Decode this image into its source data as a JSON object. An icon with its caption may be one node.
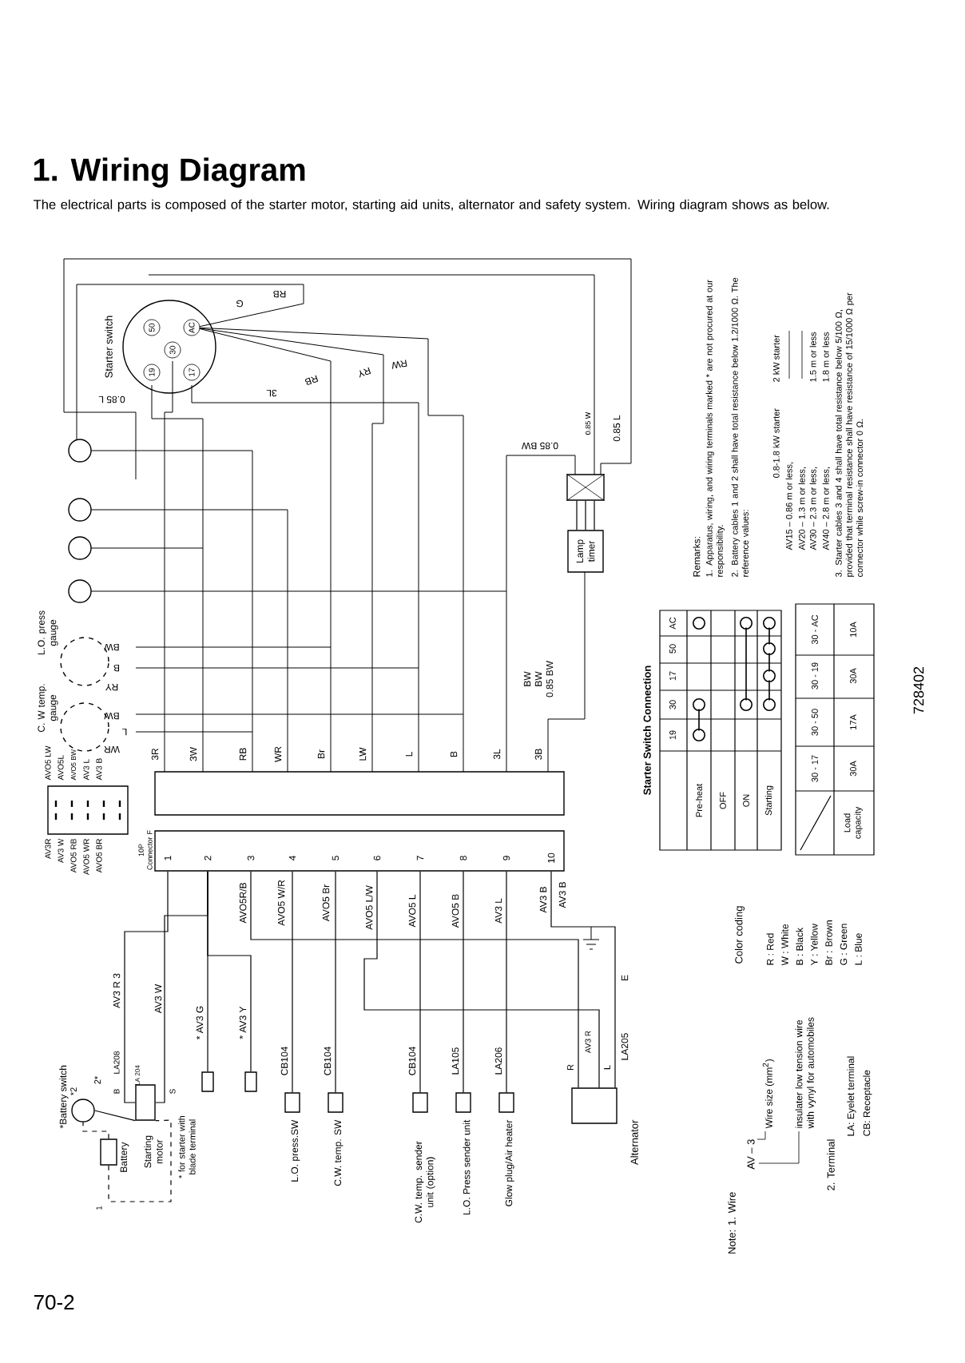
{
  "diagram": {
    "title": "1. Wiring Diagram",
    "nodes": [
      {
        "text": [
          "Starter switch"
        ]
      },
      {
        "text": [
          "50"
        ],
        "in": 0
      },
      {
        "text": [
          "AC"
        ],
        "in": 0
      },
      {
        "text": [
          "30"
        ],
        "in": 0
      },
      {
        "text": [
          "19"
        ],
        "in": 0
      },
      {
        "text": [
          "17"
        ],
        "in": 0
      },
      {
        "text": [],
        "shape": "circle"
      },
      {
        "text": [],
        "shape": "circle"
      },
      {
        "text": [],
        "shape": "circle"
      },
      {
        "text": [],
        "shape": "circle"
      },
      {
        "text": [
          "L.O. press gauge"
        ]
      },
      {
        "text": [
          "C. W temp. gauge"
        ]
      },
      {
        "text": [],
        "shape": "box"
      },
      {
        "text": [],
        "shape": "box"
      },
      {
        "text": [
          "Lamp timer"
        ]
      },
      {
        "text": [],
        "shape": "box"
      },
      {
        "text": [
          "10P Connector F"
        ]
      },
      {
        "text": [
          "*Battery switch"
        ]
      },
      {
        "text": [
          "Battery"
        ]
      },
      {
        "text": [
          "Starting motor"
        ],
        "beside": [
          "* for starter with blade terminal"
        ]
      },
      {
        "text": [],
        "shape": "box"
      },
      {
        "text": [],
        "shape": "box"
      },
      {
        "text": [
          "L.O. press.SW"
        ],
        "beside": [
          "CB104"
        ]
      },
      {
        "text": [
          "C.W. temp. SW"
        ],
        "beside": [
          "CB104"
        ]
      },
      {
        "text": [
          "C.W. temp. sender unit (option)"
        ],
        "beside": [
          "CB104"
        ]
      },
      {
        "text": [
          "L.O. Press sender unit"
        ],
        "beside": [
          "LA105"
        ]
      },
      {
        "text": [
          "Glow plug/Air heater"
        ],
        "beside": [
          "LA206"
        ]
      },
      {
        "text": [
          "Alternator"
        ],
        "beside": [
          "LA205"
        ]
      }
    ],
    "edges": [
      {
        "from": 13,
        "to": 14,
        "arrow": "none"
      },
      {
        "from": 16,
        "to": 19,
        "arrow": "none",
        "label": "AV3 R 3"
      },
      {
        "from": 16,
        "to": 19,
        "arrow": "none",
        "label": "AV3 W"
      },
      {
        "from": 16,
        "to": 20,
        "arrow": "none",
        "label": "* AV3 G"
      },
      {
        "from": 16,
        "to": 21,
        "arrow": "none",
        "label": "* AV3 Y"
      },
      {
        "from": 16,
        "to": 27,
        "arrow": "none",
        "label": "AVO5R/B"
      },
      {
        "from": 16,
        "to": 22,
        "arrow": "none",
        "label": "AVO5 W/R"
      },
      {
        "from": 16,
        "to": 23,
        "arrow": "none",
        "label": "AVO5 Br"
      },
      {
        "from": 16,
        "to": 27,
        "arrow": "none",
        "label": "AVO5 L/W"
      },
      {
        "from": 16,
        "to": 24,
        "arrow": "none",
        "label": "AVO5 L"
      },
      {
        "from": 16,
        "to": 25,
        "arrow": "none",
        "label": "AVO5 B"
      },
      {
        "from": 16,
        "to": 26,
        "arrow": "none",
        "label": "AV3 L"
      },
      {
        "from": 16,
        "to": 27,
        "arrow": "none",
        "label": "AV3 B"
      },
      {
        "from": 18,
        "to": 17,
        "arrow": "none",
        "style": "dashed"
      },
      {
        "from": 17,
        "to": 19,
        "arrow": "none"
      },
      {
        "from": 18,
        "to": 19,
        "arrow": "none",
        "style": "dashed"
      }
    ],
    "labels": [
      "The electrical parts is composed of the starter motor, starting aid units, alternator and safety system. Wiring diagram shows as below.",
      "RB",
      "G",
      "3L",
      "RB",
      "RY",
      "RW",
      "0.85 L",
      "0.85 BW",
      "0.85 W",
      "0.85 L",
      "BW",
      "B",
      "RY",
      "BW",
      "L",
      "WR",
      "BW",
      "BW",
      "0.85 BW",
      "3R",
      "3W",
      "RB",
      "WR",
      "Br",
      "LW",
      "L",
      "B",
      "3L",
      "3B",
      "AVO5 LW",
      "AVO5L",
      "AVO5 BW",
      "AV3 L",
      "AV3 B",
      "AV3R",
      "AV3 W",
      "AVO5 RB",
      "AVO5 WR",
      "AVO5 BR",
      "1",
      "2",
      "3",
      "4",
      "5",
      "6",
      "7",
      "8",
      "9",
      "10",
      "B",
      "LA208",
      "LA 204",
      "S",
      "*2",
      "2*",
      "1",
      "R",
      "L",
      "AV3 R",
      "E",
      "AV3 B",
      "Starter Switch Connection",
      "19",
      "30",
      "17",
      "50",
      "AC",
      "Pre-heat",
      "OFF",
      "ON",
      "Starting",
      "30 - 17",
      "30 - 50",
      "30 - 19",
      "30 - AC",
      "Load capacity",
      "30A",
      "17A",
      "30A",
      "10A",
      "728402",
      "Remarks:",
      "1. Apparatus, wiring, and wiring terminals marked * are not procured at our responsibility.",
      "2. Battery cables 1 and 2 shall have total resistance below 1.2/1000 Ω. The reference values:",
      "0.8-1.8 kW starter",
      "2 kW starter",
      "AV15 – 0.86 m or less,",
      "AV20 – 1.3 m or less,",
      "AV30 – 2.3 m or less,",
      "1.5 m or less",
      "AV40 – 2.8 m or less,",
      "1.8 m or less",
      "3. Starter cables 3 and 4 shall have total resistance below 5/100 Ω, provided that terminal resistance shall have resistance of 15/1000 Ω per connector while screw-in connector 0 Ω.",
      "Color coding",
      "R : Red",
      "W : White",
      "B : Black",
      "Y : Yellow",
      "Br : Brown",
      "G : Green",
      "L : Blue",
      "Note: 1. Wire",
      "AV – 3",
      "Wire size (mm$^{2}$)",
      "insulater low tension wire with vynyl for automobiles",
      "2. Terminal",
      "LA: Eyelet terminal",
      "CB: Receptacle",
      "70-2"
    ]
  }
}
